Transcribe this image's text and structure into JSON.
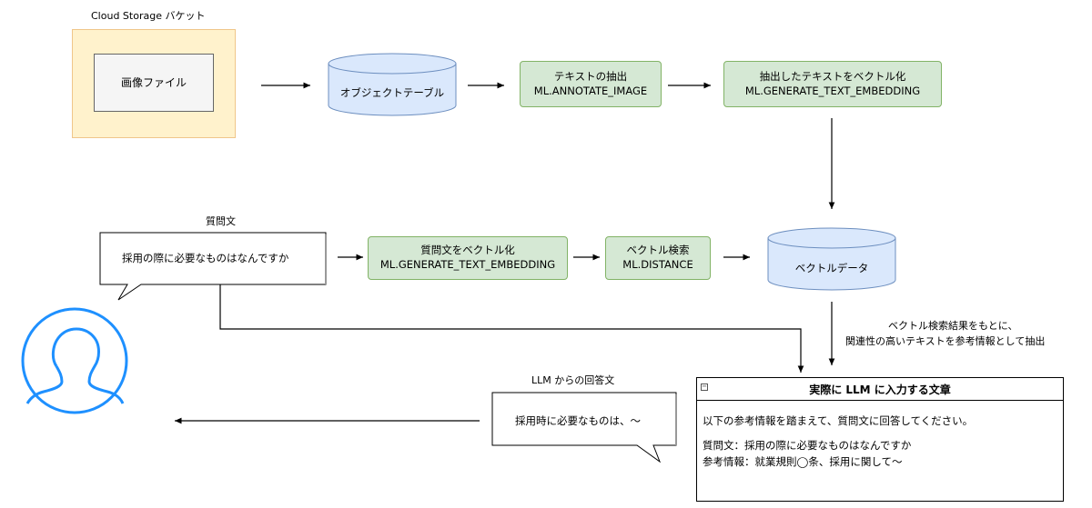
{
  "bucket": {
    "label": "Cloud Storage バケット",
    "file_label": "画像ファイル"
  },
  "object_table": {
    "label": "オブジェクトテーブル"
  },
  "extract_text": {
    "line1": "テキストの抽出",
    "line2": "ML.ANNOTATE_IMAGE"
  },
  "vectorize_text": {
    "line1": "抽出したテキストをベクトル化",
    "line2": "ML.GENERATE_TEXT_EMBEDDING"
  },
  "question": {
    "caption": "質問文",
    "text": "採用の際に必要なものはなんですか"
  },
  "vectorize_question": {
    "line1": "質問文をベクトル化",
    "line2": "ML.GENERATE_TEXT_EMBEDDING"
  },
  "vector_search": {
    "line1": "ベクトル検索",
    "line2": "ML.DISTANCE"
  },
  "vector_data": {
    "label": "ベクトルデータ"
  },
  "search_note": {
    "line1": "ベクトル検索結果をもとに、",
    "line2": "関連性の高いテキストを参考情報として抽出"
  },
  "llm_panel": {
    "title": "実際に LLM に入力する文章",
    "instruction": "以下の参考情報を踏まえて、質問文に回答してください。",
    "question_line": "質問文：採用の際に必要なものはなんですか",
    "reference_line": "参考情報：就業規則◯条、採用に関して〜"
  },
  "answer": {
    "caption": "LLM からの回答文",
    "text": "採用時に必要なものは、〜"
  },
  "colors": {
    "process_fill": "#d5e8d4",
    "process_stroke": "#82b366",
    "store_fill": "#dae8fc",
    "store_stroke": "#6c8ebf",
    "bucket_fill": "#fff2cc",
    "bucket_stroke": "#f0c68a",
    "user_icon": "#1e90ff"
  },
  "icons": [
    "user-icon",
    "collapse-icon"
  ]
}
